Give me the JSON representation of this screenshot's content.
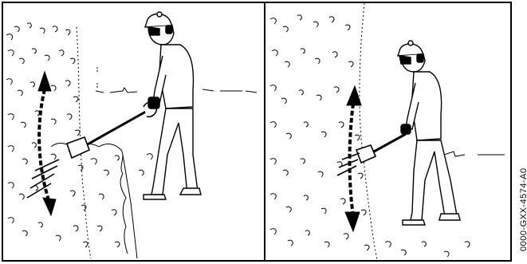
{
  "figure": {
    "code": "0000-GXX-4574-A0",
    "panels": [
      {
        "scene": "left",
        "icon": "person-trimming-hedge-low-icon"
      },
      {
        "scene": "right",
        "icon": "person-trimming-hedge-high-icon"
      }
    ],
    "colors": {
      "ink": "#000000",
      "paper": "#ffffff"
    }
  }
}
